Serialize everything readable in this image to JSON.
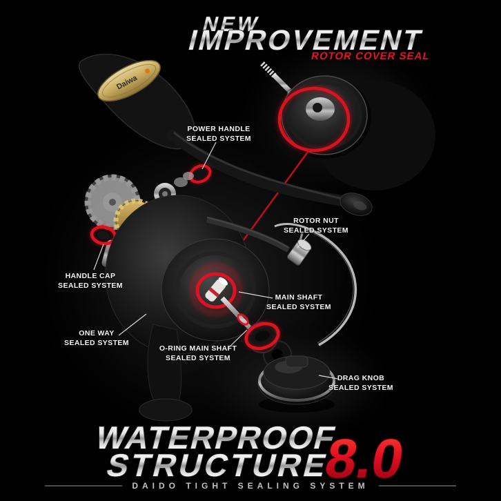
{
  "header": {
    "line1": "NEW",
    "line2": "IMPROVEMENT",
    "subtitle": "ROTOR COVER SEAL"
  },
  "callouts": [
    {
      "line1": "POWER HANDLE",
      "line2": "SEALED SYSTEM"
    },
    {
      "line1": "ROTOR NUT",
      "line2": "SEALED SYSTEM"
    },
    {
      "line1": "HANDLE CAP",
      "line2": "SEALED SYSTEM"
    },
    {
      "line1": "MAIN SHAFT",
      "line2": "SEALED SYSTEM"
    },
    {
      "line1": "ONE WAY",
      "line2": "SEALED SYSTEM"
    },
    {
      "line1": "O-RING MAIN SHAFT",
      "line2": "SEALED SYSTEM"
    },
    {
      "line1": "DRAG KNOB",
      "line2": "SEALED SYSTEM"
    }
  ],
  "badge": {
    "brand": "Daiwa"
  },
  "footer": {
    "line1": "WATERPROOF",
    "line2": "STRUCTURE",
    "version": "8.0",
    "tagline": "DAIDO TIGHT SEALING SYSTEM"
  },
  "colors": {
    "background": "#000000",
    "accent_red": "#e01222",
    "label_text": "#f5f5f5",
    "chrome_light": "#ffffff",
    "chrome_dark": "#8a8a8a"
  }
}
